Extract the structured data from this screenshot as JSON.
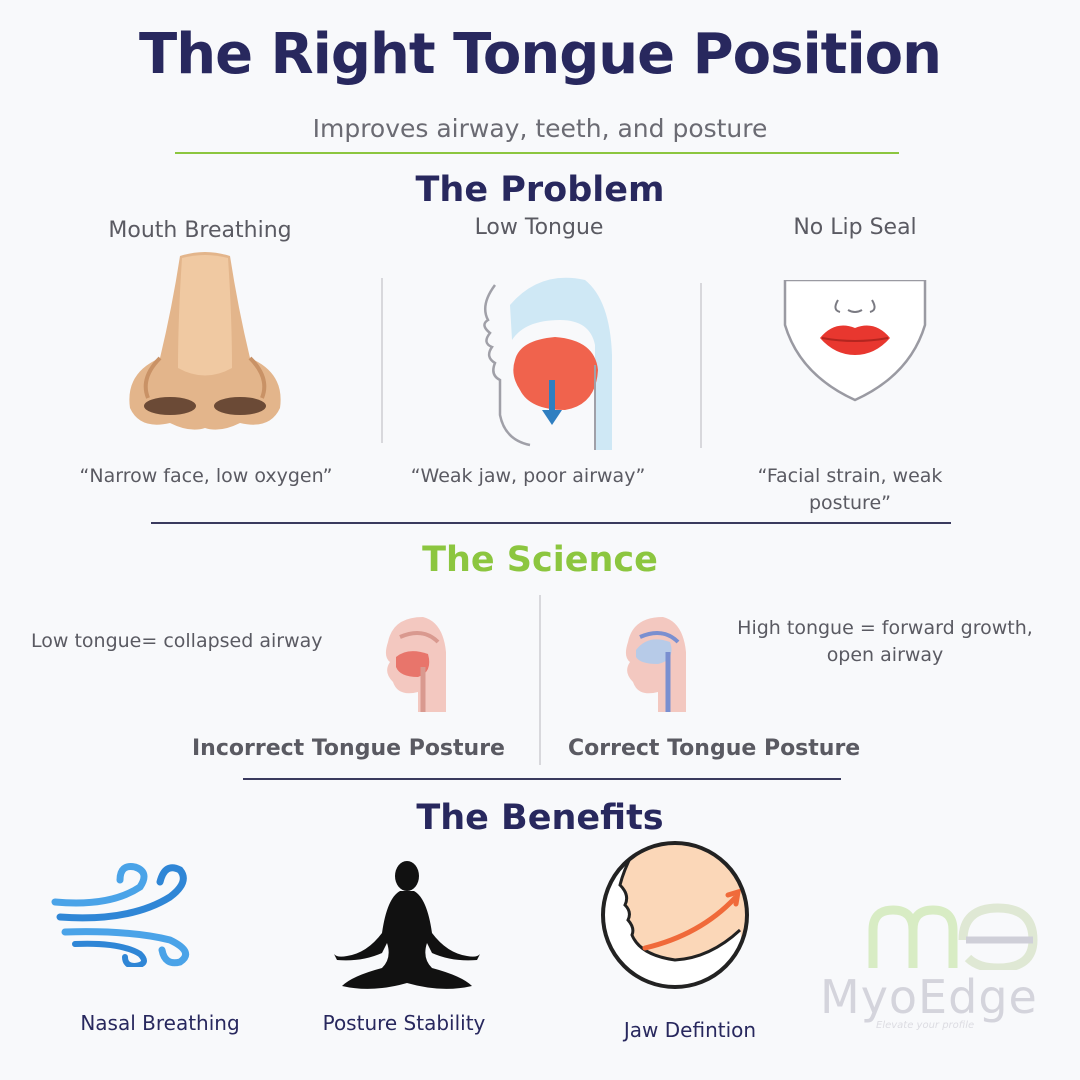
{
  "header": {
    "title": "The Right Tongue Position",
    "subtitle": "Improves airway, teeth, and posture"
  },
  "problem": {
    "heading": "The Problem",
    "columns": [
      {
        "label": "Mouth Breathing",
        "quote": "“Narrow face, low oxygen”",
        "icon": "nose-icon"
      },
      {
        "label": "Low Tongue",
        "quote": "“Weak jaw, poor airway”",
        "icon": "low-tongue-icon"
      },
      {
        "label": "No Lip Seal",
        "quote": "“Facial strain, weak posture”",
        "icon": "lips-icon"
      }
    ]
  },
  "science": {
    "heading": "The Science",
    "left_text": "Low tongue= collapsed airway",
    "right_text": "High tongue = forward growth, open airway",
    "left_label": "Incorrect Tongue Posture",
    "right_label": "Correct Tongue Posture"
  },
  "benefits": {
    "heading": "The Benefits",
    "items": [
      {
        "label": "Nasal Breathing",
        "icon": "wind-icon"
      },
      {
        "label": "Posture Stability",
        "icon": "meditation-icon"
      },
      {
        "label": "Jaw Defintion",
        "icon": "jaw-icon"
      }
    ]
  },
  "brand": {
    "name": "MyoEdge",
    "tagline": "Elevate your profile"
  },
  "colors": {
    "navy": "#28285e",
    "green": "#8cc63f",
    "gray_text": "#5a5a62"
  }
}
